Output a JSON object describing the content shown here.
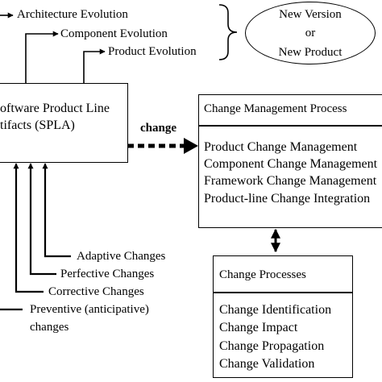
{
  "evolution": {
    "architecture": "Architecture Evolution",
    "component": "Component Evolution",
    "product": "Product Evolution"
  },
  "outcome": {
    "line1": "New Version",
    "line2": "or",
    "line3": "New Product"
  },
  "spla": {
    "line1": "oftware Product Line",
    "line2": "tifacts (SPLA)"
  },
  "arrow_label": "change",
  "change_management": {
    "title": "Change Management Process",
    "items": [
      "Product Change Management",
      "Component Change Management",
      "Framework Change Management",
      "Product-line Change Integration"
    ]
  },
  "change_processes": {
    "title": "Change Processes",
    "items": [
      "Change Identification",
      "Change Impact",
      "Change Propagation",
      "Change Validation"
    ]
  },
  "change_types": {
    "adaptive": "Adaptive Changes",
    "perfective": "Perfective Changes",
    "corrective": "Corrective Changes",
    "preventive_line1": "Preventive (anticipative)",
    "preventive_line2": "changes"
  }
}
